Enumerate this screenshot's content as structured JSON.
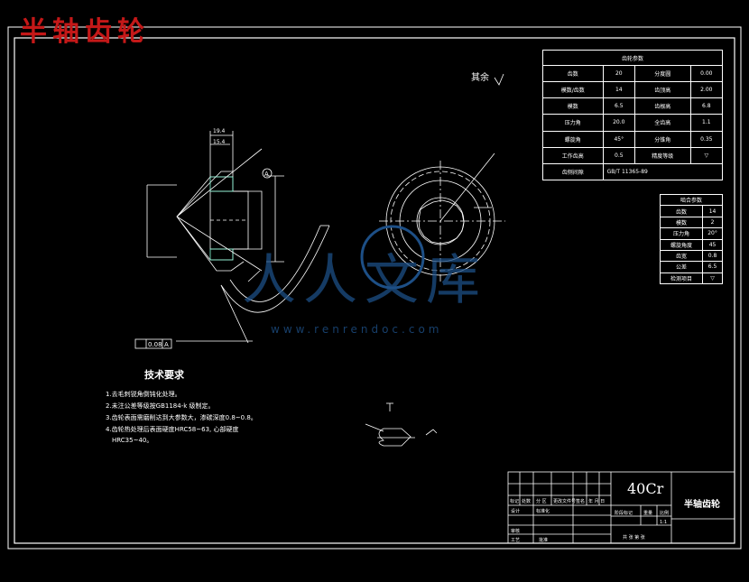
{
  "header": {
    "watermark_title": "半轴齿轮",
    "color": "#c41818"
  },
  "watermark": {
    "brand": "人人文库",
    "url": "www.renrendoc.com",
    "color": "#1d4f86"
  },
  "drawing": {
    "surface_note": "其余",
    "section_label": "A",
    "dims": {
      "d1": "19.4",
      "d2": "15.4",
      "flatness": "0.08",
      "flatness_ref": "A"
    },
    "tech_title": "技术要求",
    "tech_lines": [
      "1.去毛刺锐角倒钝化处理。",
      "2.未注公差等级按GB1184-k 级制定。",
      "3.齿轮表面需磨削达到大参数大，渗碳深度0.8~0.8。",
      "4.齿轮热处理后表面硬度HRC58~63, 心部硬度",
      "HRC35~40。"
    ]
  },
  "param_table": {
    "title": "齿轮参数",
    "rows": [
      [
        "齿数",
        "20",
        "分度圆",
        "0.00"
      ],
      [
        "模数/齿数",
        "14",
        "齿顶高",
        "2.00"
      ],
      [
        "模数",
        "6.5",
        "齿根高",
        "6.8"
      ],
      [
        "压力角",
        "20.0",
        "全齿高",
        "1.1"
      ],
      [
        "螺旋角",
        "45°",
        "分锥角",
        "0.35"
      ],
      [
        "工作齿高",
        "0.5",
        "精度等级",
        ""
      ],
      [
        "齿侧间隙",
        "GB/T 11365-89",
        "",
        ""
      ]
    ]
  },
  "mesh_table": {
    "title": "啮合参数",
    "rows": [
      [
        "齿数",
        "14"
      ],
      [
        "模数",
        "2"
      ],
      [
        "压力角",
        "20°"
      ],
      [
        "螺旋角度",
        "45"
      ],
      [
        "齿宽",
        "0.8"
      ],
      [
        "公差",
        "6.5"
      ],
      [
        "检测项目",
        ""
      ]
    ]
  },
  "title_block": {
    "material": "40Cr",
    "part_name": "半轴齿轮",
    "header_row": [
      "标记",
      "处数",
      "分 区",
      "更改文件号",
      "签名",
      "年 月 日"
    ],
    "labels": [
      "设计",
      "标准化",
      "审核",
      "工艺",
      "批准",
      "阶段标记",
      "重量",
      "比例",
      "共 张 第 张"
    ],
    "scale": "1:1"
  }
}
